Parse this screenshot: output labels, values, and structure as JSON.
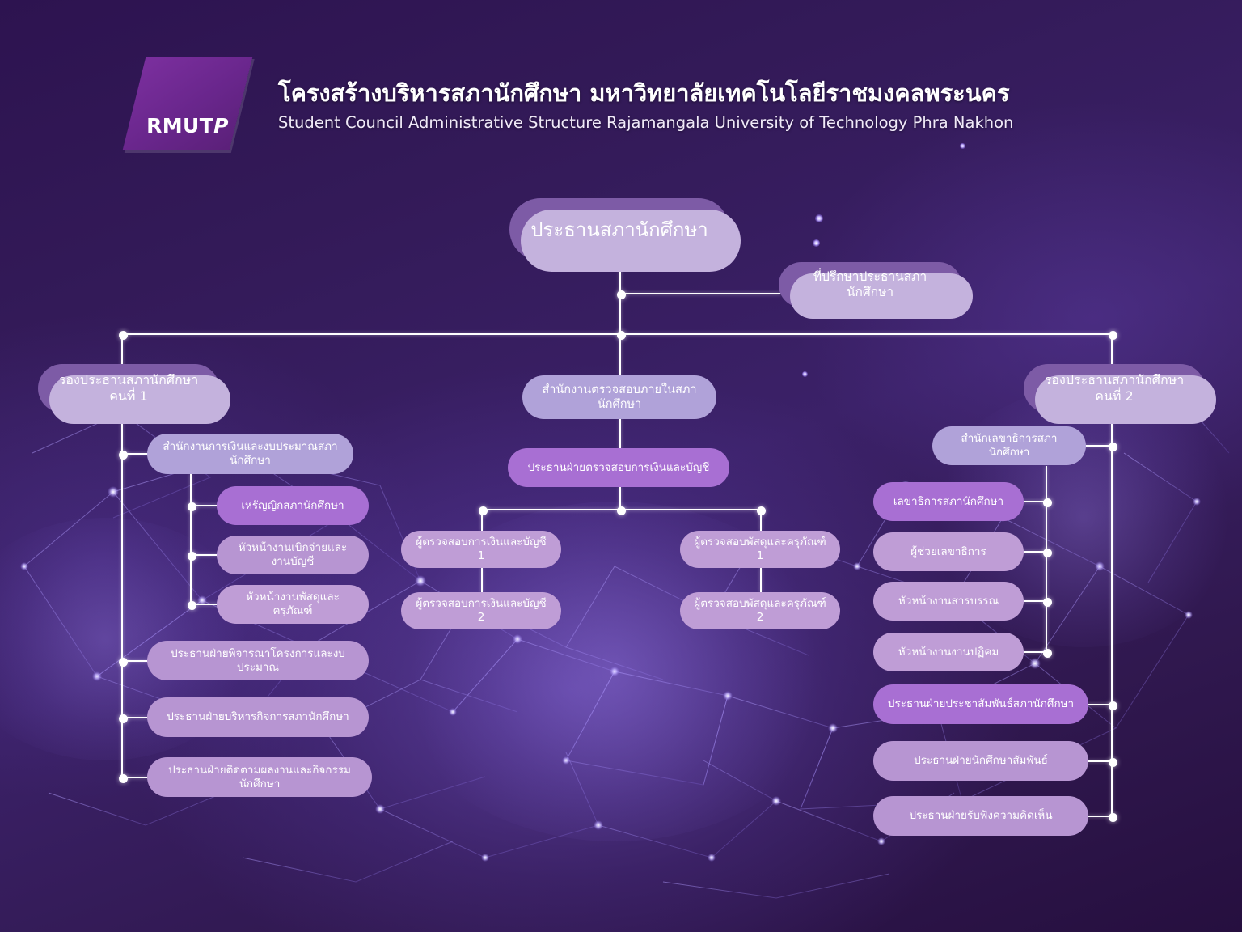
{
  "header": {
    "logo_text_main": "RMUT",
    "logo_text_accent": "P",
    "logo_name": "rmutp-logo",
    "title_th": "โครงสร้างบริหารสภานักศึกษา มหาวิทยาลัยเทคโนโลยีราชมงคลพระนคร",
    "title_en": "Student Council Administrative Structure Rajamangala University of Technology Phra Nakhon"
  },
  "colors": {
    "background_dark": "#2d1350",
    "background_mid": "#3b2168",
    "node_head": "#7d5ba6",
    "node_office": "#b0a2d9",
    "node_bright": "#a86fd3",
    "node_soft": "#bf9dd6",
    "node_mid": "#b795d2",
    "node_shadow": "#c4b2dd",
    "connector": "#ffffff",
    "text": "#ffffff",
    "logo_purple": "#7b2f9e"
  },
  "chart_data": {
    "type": "diagram",
    "subtype": "organizational-chart",
    "orientation": "top-down",
    "root": "ประธานสภานักศึกษา",
    "nodes": [
      {
        "id": "president",
        "label": "ประธานสภานักศึกษา",
        "level": 0,
        "tier": "head",
        "parent": null
      },
      {
        "id": "advisor",
        "label": "ที่ปรึกษาประธานสภานักศึกษา",
        "level": 1,
        "tier": "head",
        "parent": "president",
        "relation": "staff"
      },
      {
        "id": "vice1",
        "label": "รองประธานสภานักศึกษา\nคนที่ 1",
        "level": 1,
        "tier": "head",
        "parent": "president"
      },
      {
        "id": "audit-office",
        "label": "สำนักงานตรวจสอบภายในสภานักศึกษา",
        "level": 1,
        "tier": "office",
        "parent": "president"
      },
      {
        "id": "vice2",
        "label": "รองประธานสภานักศึกษา\nคนที่ 2",
        "level": 1,
        "tier": "head",
        "parent": "president"
      },
      {
        "id": "finance-office",
        "label": "สำนักงานการเงินและงบประมาณสภานักศึกษา",
        "level": 2,
        "tier": "office",
        "parent": "vice1"
      },
      {
        "id": "treasurer",
        "label": "เหรัญญิกสภานักศึกษา",
        "level": 3,
        "tier": "bright",
        "parent": "finance-office"
      },
      {
        "id": "head-disburse",
        "label": "หัวหน้างานเบิกจ่ายและงานบัญชี",
        "level": 3,
        "tier": "mid",
        "parent": "finance-office"
      },
      {
        "id": "head-supplies",
        "label": "หัวหน้างานพัสดุและครุภัณฑ์",
        "level": 3,
        "tier": "soft",
        "parent": "finance-office"
      },
      {
        "id": "chair-project",
        "label": "ประธานฝ่ายพิจารณาโครงการและงบประมาณ",
        "level": 2,
        "tier": "mid",
        "parent": "vice1"
      },
      {
        "id": "chair-admin",
        "label": "ประธานฝ่ายบริหารกิจการสภานักศึกษา",
        "level": 2,
        "tier": "mid",
        "parent": "vice1"
      },
      {
        "id": "chair-followup",
        "label": "ประธานฝ่ายติดตามผลงานและกิจกรรมนักศึกษา",
        "level": 2,
        "tier": "mid",
        "parent": "vice1"
      },
      {
        "id": "chair-audit",
        "label": "ประธานฝ่ายตรวจสอบการเงินและบัญชี",
        "level": 2,
        "tier": "bright",
        "parent": "audit-office"
      },
      {
        "id": "auditor-fin-1",
        "label": "ผู้ตรวจสอบการเงินและบัญชี 1",
        "level": 3,
        "tier": "soft",
        "parent": "chair-audit"
      },
      {
        "id": "auditor-fin-2",
        "label": "ผู้ตรวจสอบการเงินและบัญชี 2",
        "level": 4,
        "tier": "soft",
        "parent": "auditor-fin-1"
      },
      {
        "id": "auditor-sup-1",
        "label": "ผู้ตรวจสอบพัสดุและครุภัณฑ์ 1",
        "level": 3,
        "tier": "soft",
        "parent": "chair-audit"
      },
      {
        "id": "auditor-sup-2",
        "label": "ผู้ตรวจสอบพัสดุและครุภัณฑ์ 2",
        "level": 4,
        "tier": "soft",
        "parent": "auditor-sup-1"
      },
      {
        "id": "secretariat",
        "label": "สำนักเลขาธิการสภานักศึกษา",
        "level": 2,
        "tier": "office",
        "parent": "vice2"
      },
      {
        "id": "secretary",
        "label": "เลขาธิการสภานักศึกษา",
        "level": 3,
        "tier": "bright",
        "parent": "secretariat"
      },
      {
        "id": "asst-secretary",
        "label": "ผู้ช่วยเลขาธิการ",
        "level": 3,
        "tier": "soft",
        "parent": "secretariat"
      },
      {
        "id": "head-docs",
        "label": "หัวหน้างานสารบรรณ",
        "level": 3,
        "tier": "soft",
        "parent": "secretariat"
      },
      {
        "id": "head-reception",
        "label": "หัวหน้างานงานปฏิคม",
        "level": 3,
        "tier": "soft",
        "parent": "secretariat"
      },
      {
        "id": "chair-pr",
        "label": "ประธานฝ่ายประชาสัมพันธ์สภานักศึกษา",
        "level": 2,
        "tier": "bright",
        "parent": "vice2"
      },
      {
        "id": "chair-studrel",
        "label": "ประธานฝ่ายนักศึกษาสัมพันธ์",
        "level": 2,
        "tier": "mid",
        "parent": "vice2"
      },
      {
        "id": "chair-listen",
        "label": "ประธานฝ่ายรับฟังความคิดเห็น",
        "level": 2,
        "tier": "mid",
        "parent": "vice2"
      }
    ],
    "edges": [
      [
        "president",
        "advisor"
      ],
      [
        "president",
        "vice1"
      ],
      [
        "president",
        "audit-office"
      ],
      [
        "president",
        "vice2"
      ],
      [
        "vice1",
        "finance-office"
      ],
      [
        "vice1",
        "chair-project"
      ],
      [
        "vice1",
        "chair-admin"
      ],
      [
        "vice1",
        "chair-followup"
      ],
      [
        "finance-office",
        "treasurer"
      ],
      [
        "finance-office",
        "head-disburse"
      ],
      [
        "finance-office",
        "head-supplies"
      ],
      [
        "audit-office",
        "chair-audit"
      ],
      [
        "chair-audit",
        "auditor-fin-1"
      ],
      [
        "chair-audit",
        "auditor-sup-1"
      ],
      [
        "auditor-fin-1",
        "auditor-fin-2"
      ],
      [
        "auditor-sup-1",
        "auditor-sup-2"
      ],
      [
        "vice2",
        "secretariat"
      ],
      [
        "vice2",
        "chair-pr"
      ],
      [
        "vice2",
        "chair-studrel"
      ],
      [
        "vice2",
        "chair-listen"
      ],
      [
        "secretariat",
        "secretary"
      ],
      [
        "secretariat",
        "asst-secretary"
      ],
      [
        "secretariat",
        "head-docs"
      ],
      [
        "secretariat",
        "head-reception"
      ]
    ]
  },
  "nodes": {
    "president": {
      "label": "ประธานสภานักศึกษา"
    },
    "advisor": {
      "label": "ที่ปรึกษาประธานสภานักศึกษา"
    },
    "vice1_line1": {
      "label": "รองประธานสภานักศึกษา"
    },
    "vice1_line2": {
      "label": "คนที่ 1"
    },
    "vice2_line1": {
      "label": "รองประธานสภานักศึกษา"
    },
    "vice2_line2": {
      "label": "คนที่ 2"
    },
    "audit_office": {
      "label": "สำนักงานตรวจสอบภายในสภานักศึกษา"
    },
    "finance_office": {
      "label": "สำนักงานการเงินและงบประมาณสภานักศึกษา"
    },
    "treasurer": {
      "label": "เหรัญญิกสภานักศึกษา"
    },
    "head_disburse": {
      "label": "หัวหน้างานเบิกจ่ายและงานบัญชี"
    },
    "head_supplies": {
      "label": "หัวหน้างานพัสดุและครุภัณฑ์"
    },
    "chair_project": {
      "label": "ประธานฝ่ายพิจารณาโครงการและงบประมาณ"
    },
    "chair_admin": {
      "label": "ประธานฝ่ายบริหารกิจการสภานักศึกษา"
    },
    "chair_followup": {
      "label": "ประธานฝ่ายติดตามผลงานและกิจกรรมนักศึกษา"
    },
    "chair_audit": {
      "label": "ประธานฝ่ายตรวจสอบการเงินและบัญชี"
    },
    "auditor_fin_1": {
      "label": "ผู้ตรวจสอบการเงินและบัญชี 1"
    },
    "auditor_fin_2": {
      "label": "ผู้ตรวจสอบการเงินและบัญชี 2"
    },
    "auditor_sup_1": {
      "label": "ผู้ตรวจสอบพัสดุและครุภัณฑ์ 1"
    },
    "auditor_sup_2": {
      "label": "ผู้ตรวจสอบพัสดุและครุภัณฑ์ 2"
    },
    "secretariat": {
      "label": "สำนักเลขาธิการสภานักศึกษา"
    },
    "secretary": {
      "label": "เลขาธิการสภานักศึกษา"
    },
    "asst_secretary": {
      "label": "ผู้ช่วยเลขาธิการ"
    },
    "head_docs": {
      "label": "หัวหน้างานสารบรรณ"
    },
    "head_reception": {
      "label": "หัวหน้างานงานปฏิคม"
    },
    "chair_pr": {
      "label": "ประธานฝ่ายประชาสัมพันธ์สภานักศึกษา"
    },
    "chair_studrel": {
      "label": "ประธานฝ่ายนักศึกษาสัมพันธ์"
    },
    "chair_listen": {
      "label": "ประธานฝ่ายรับฟังความคิดเห็น"
    }
  }
}
